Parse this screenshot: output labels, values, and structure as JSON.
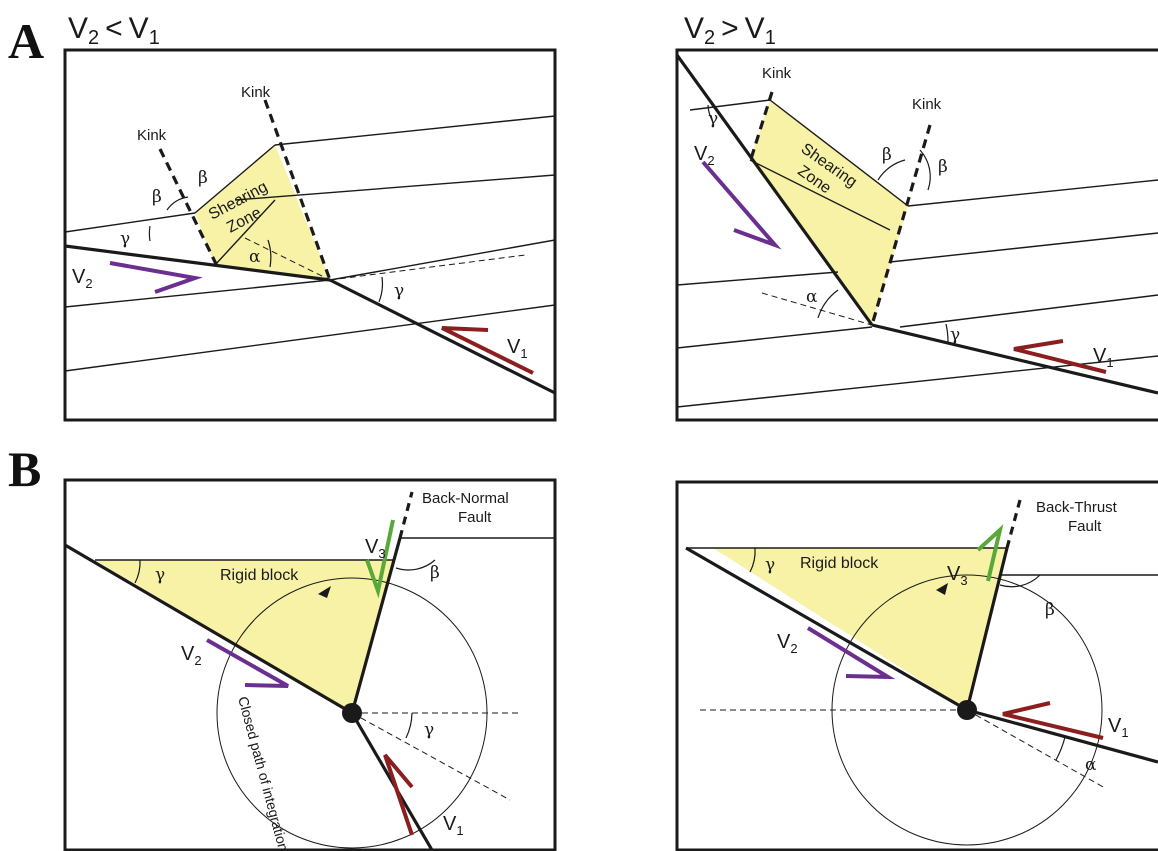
{
  "panels": {
    "a": {
      "letter": "A"
    },
    "b": {
      "letter": "B"
    }
  },
  "captions": {
    "left": {
      "v_left": "V",
      "v_left_sub": "2",
      "relation": "<",
      "v_right": "V",
      "v_right_sub": "1"
    },
    "right": {
      "v_left": "V",
      "v_left_sub": "2",
      "relation": ">",
      "v_right": "V",
      "v_right_sub": "1"
    }
  },
  "labels": {
    "kink": "Kink",
    "shearing": "Shearing",
    "zone": "Zone",
    "rigid_block": "Rigid block",
    "back_normal_1": "Back-Normal",
    "back_normal_2": "Fault",
    "back_thrust_1": "Back-Thrust",
    "back_thrust_2": "Fault",
    "closed_path": "Closed path of integration",
    "v": "V",
    "sub1": "1",
    "sub2": "2",
    "sub3": "3",
    "alpha": "α",
    "beta": "β",
    "gamma": "γ"
  },
  "colors": {
    "yellow_fill": "#f7f2a6",
    "purple_arrow": "#6a2f8f",
    "red_arrow": "#8b1e1e",
    "green_arrow": "#5aa83a",
    "line": "#1a1a1a"
  }
}
